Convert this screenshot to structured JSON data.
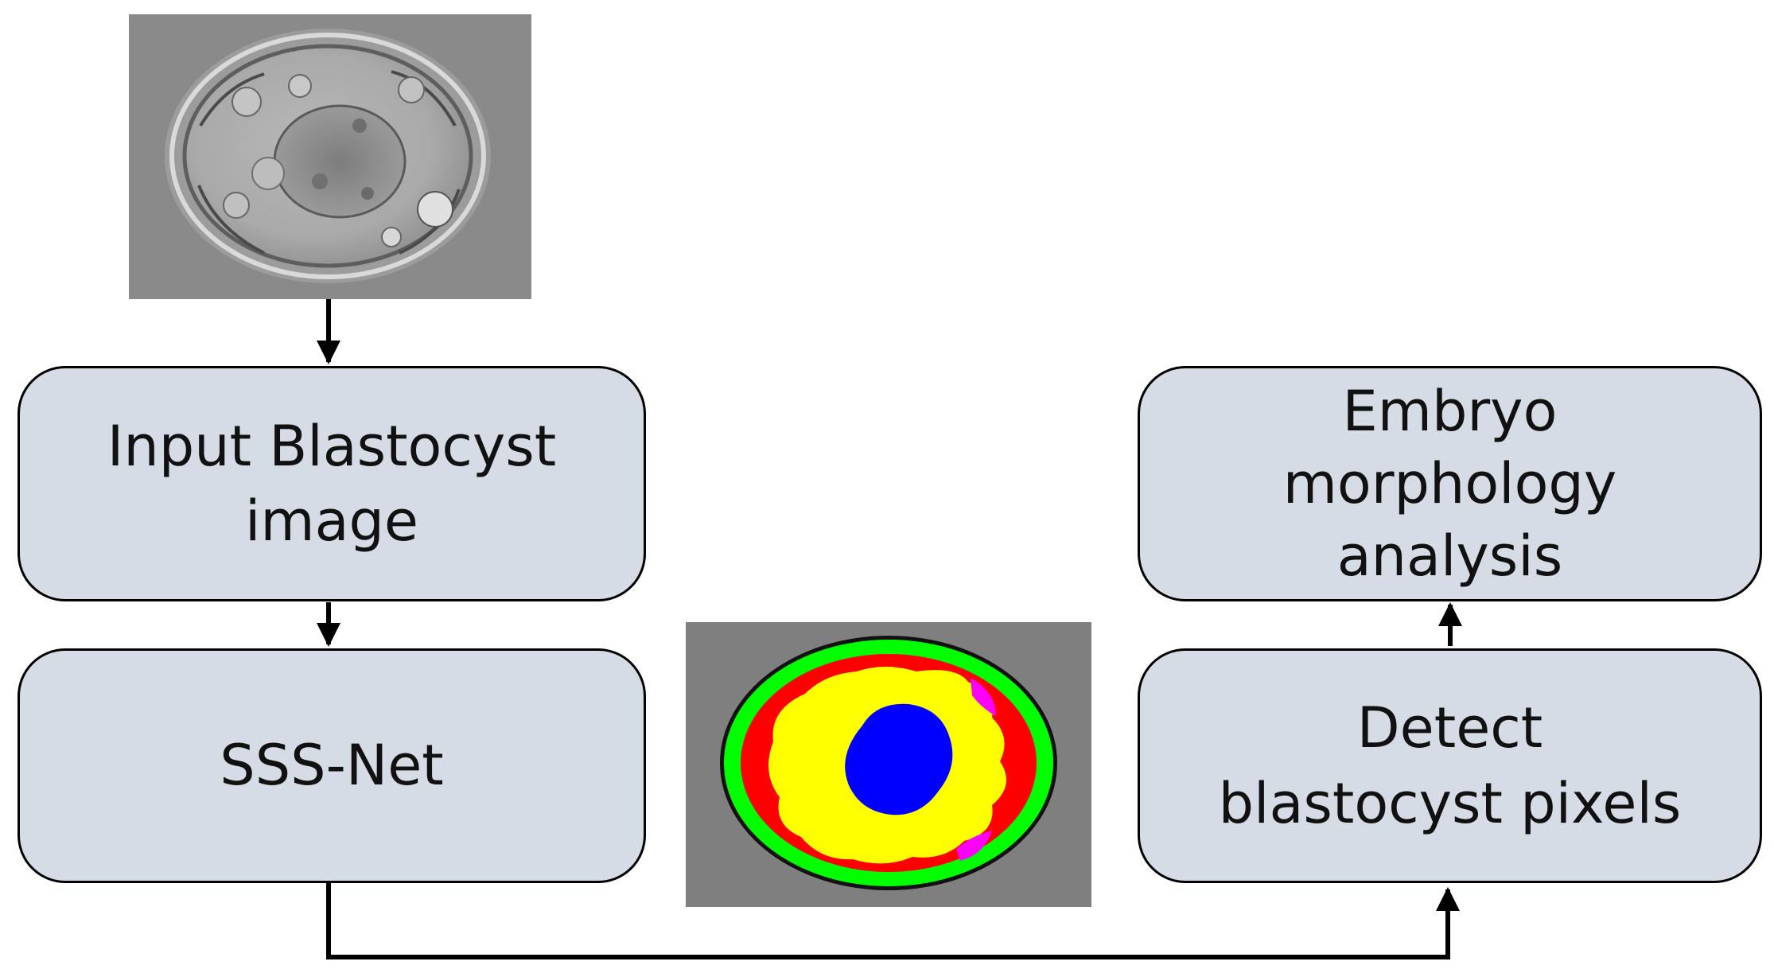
{
  "diagram": {
    "nodes": {
      "input": {
        "lines": [
          "Input Blastocyst",
          "image"
        ]
      },
      "net": {
        "lines": [
          "SSS-Net"
        ]
      },
      "detect": {
        "lines": [
          "Detect",
          "blastocyst pixels"
        ]
      },
      "analysis": {
        "lines": [
          "Embryo",
          "morphology",
          "analysis"
        ]
      }
    },
    "images": {
      "micrograph": "blastocyst-micrograph",
      "segmentation": "segmentation-mask"
    },
    "colors": {
      "box_fill": "#d6dce5",
      "mask_background": "#7f7f7f",
      "zona": "#00ff00",
      "trophectoderm": "#ff0000",
      "blastocoel": "#ffff00",
      "inner_cell_mass": "#0000ff",
      "boundary": "#ff00ff"
    },
    "edges": [
      {
        "from": "micrograph",
        "to": "input"
      },
      {
        "from": "input",
        "to": "net"
      },
      {
        "from": "net",
        "to": "detect"
      },
      {
        "from": "detect",
        "to": "analysis"
      }
    ]
  }
}
